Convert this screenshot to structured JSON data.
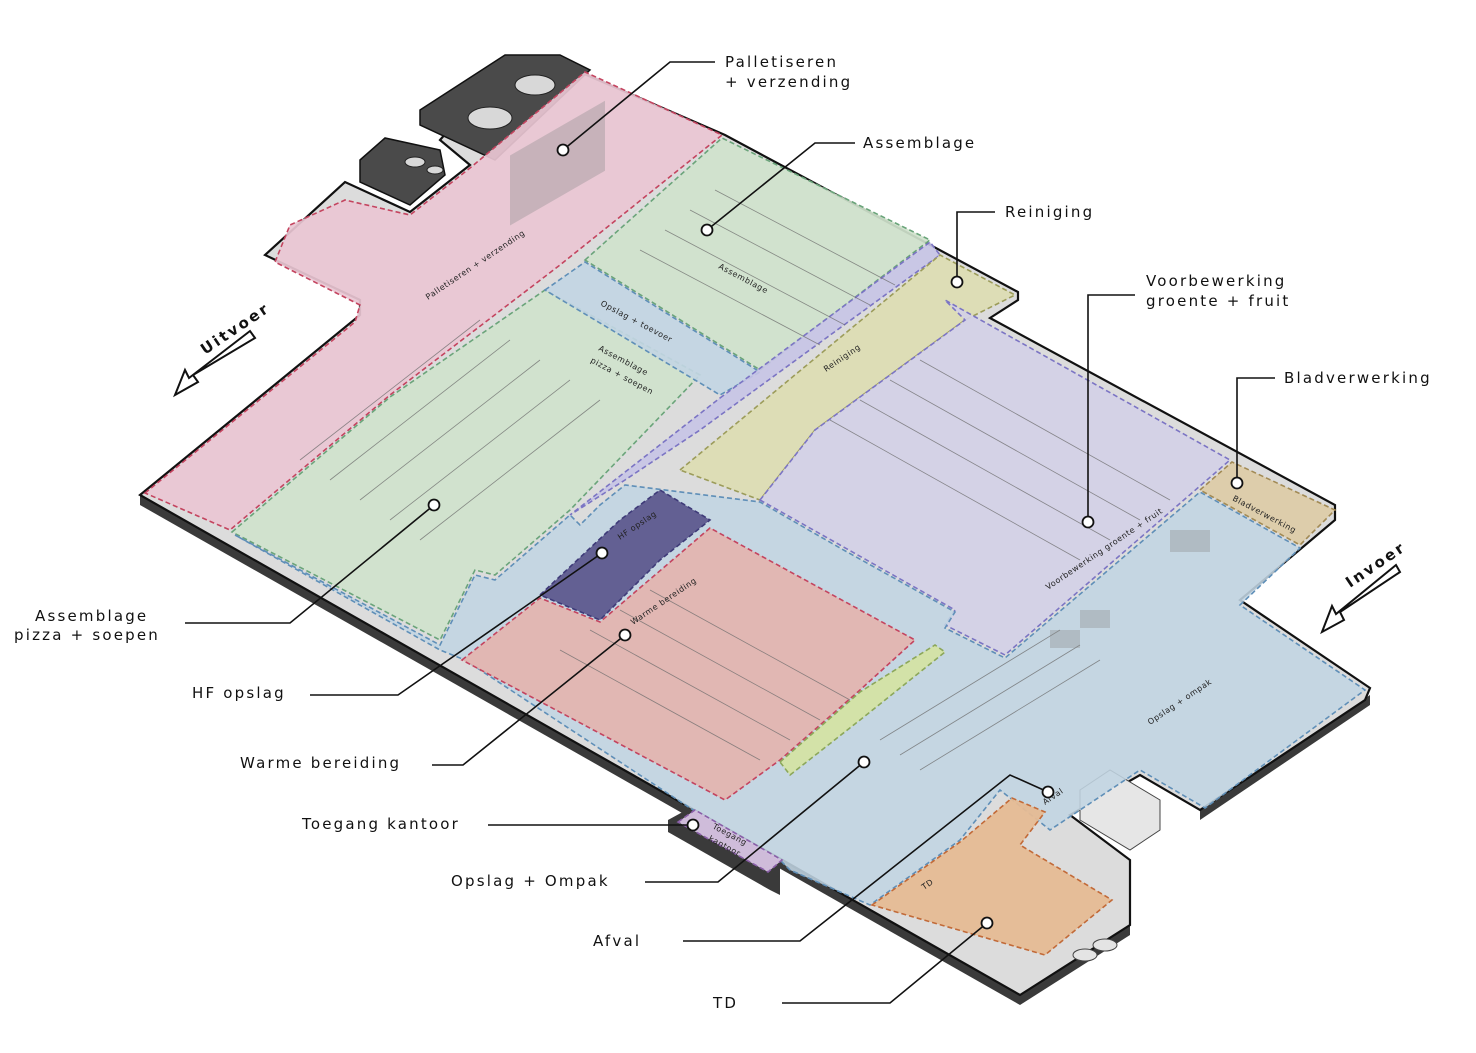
{
  "callouts": {
    "palletiseren": [
      "Palletiseren",
      "+ verzending"
    ],
    "assemblage": "Assemblage",
    "reiniging": "Reiniging",
    "voorbewerking": [
      "Voorbewerking",
      "groente + fruit"
    ],
    "bladverwerking": "Bladverwerking",
    "assemblage_pizza": [
      "Assemblage",
      "pizza + soepen"
    ],
    "hf_opslag": "HF opslag",
    "warme_bereiding": "Warme bereiding",
    "toegang_kantoor": "Toegang kantoor",
    "opslag_ompak": "Opslag + Ompak",
    "afval": "Afval",
    "td": "TD"
  },
  "zone_labels": {
    "palletiseren": "Palletiseren + verzending",
    "assemblage": "Assemblage",
    "opslag_toevoer": "Opslag + toevoer",
    "assemblage_pizza": [
      "Assemblage",
      "pizza + soepen"
    ],
    "reiniging": "Reiniging",
    "voorbewerking": "Voorbewerking groente + fruit",
    "bladverwerking": "Bladverwerking",
    "hf_opslag": "HF opslag",
    "warme_bereiding": "Warme bereiding",
    "opslag_ompak": "Opslag + ompak",
    "afval": "Afval",
    "toegang_kantoor": [
      "Toegang",
      "kantoor"
    ],
    "td": "TD"
  },
  "arrows": {
    "uitvoer": "Uitvoer",
    "invoer": "Invoer"
  },
  "colors": {
    "palletiseren": "#e9c6d3",
    "assemblage": "#cfe2cc",
    "reiniging": "#dcdcb2",
    "voorbewerking": "#d3d0e6",
    "bladverwerking": "#dccba6",
    "storage": "#c2d5e3",
    "hf_opslag": "#5e5a8e",
    "warme_bereiding": "#e3b5b0",
    "toegang_kantoor": "#d7c3e3",
    "td": "#e5bb94",
    "line_green": "#d4e3a4",
    "building_dark": "#4a4a4a"
  }
}
